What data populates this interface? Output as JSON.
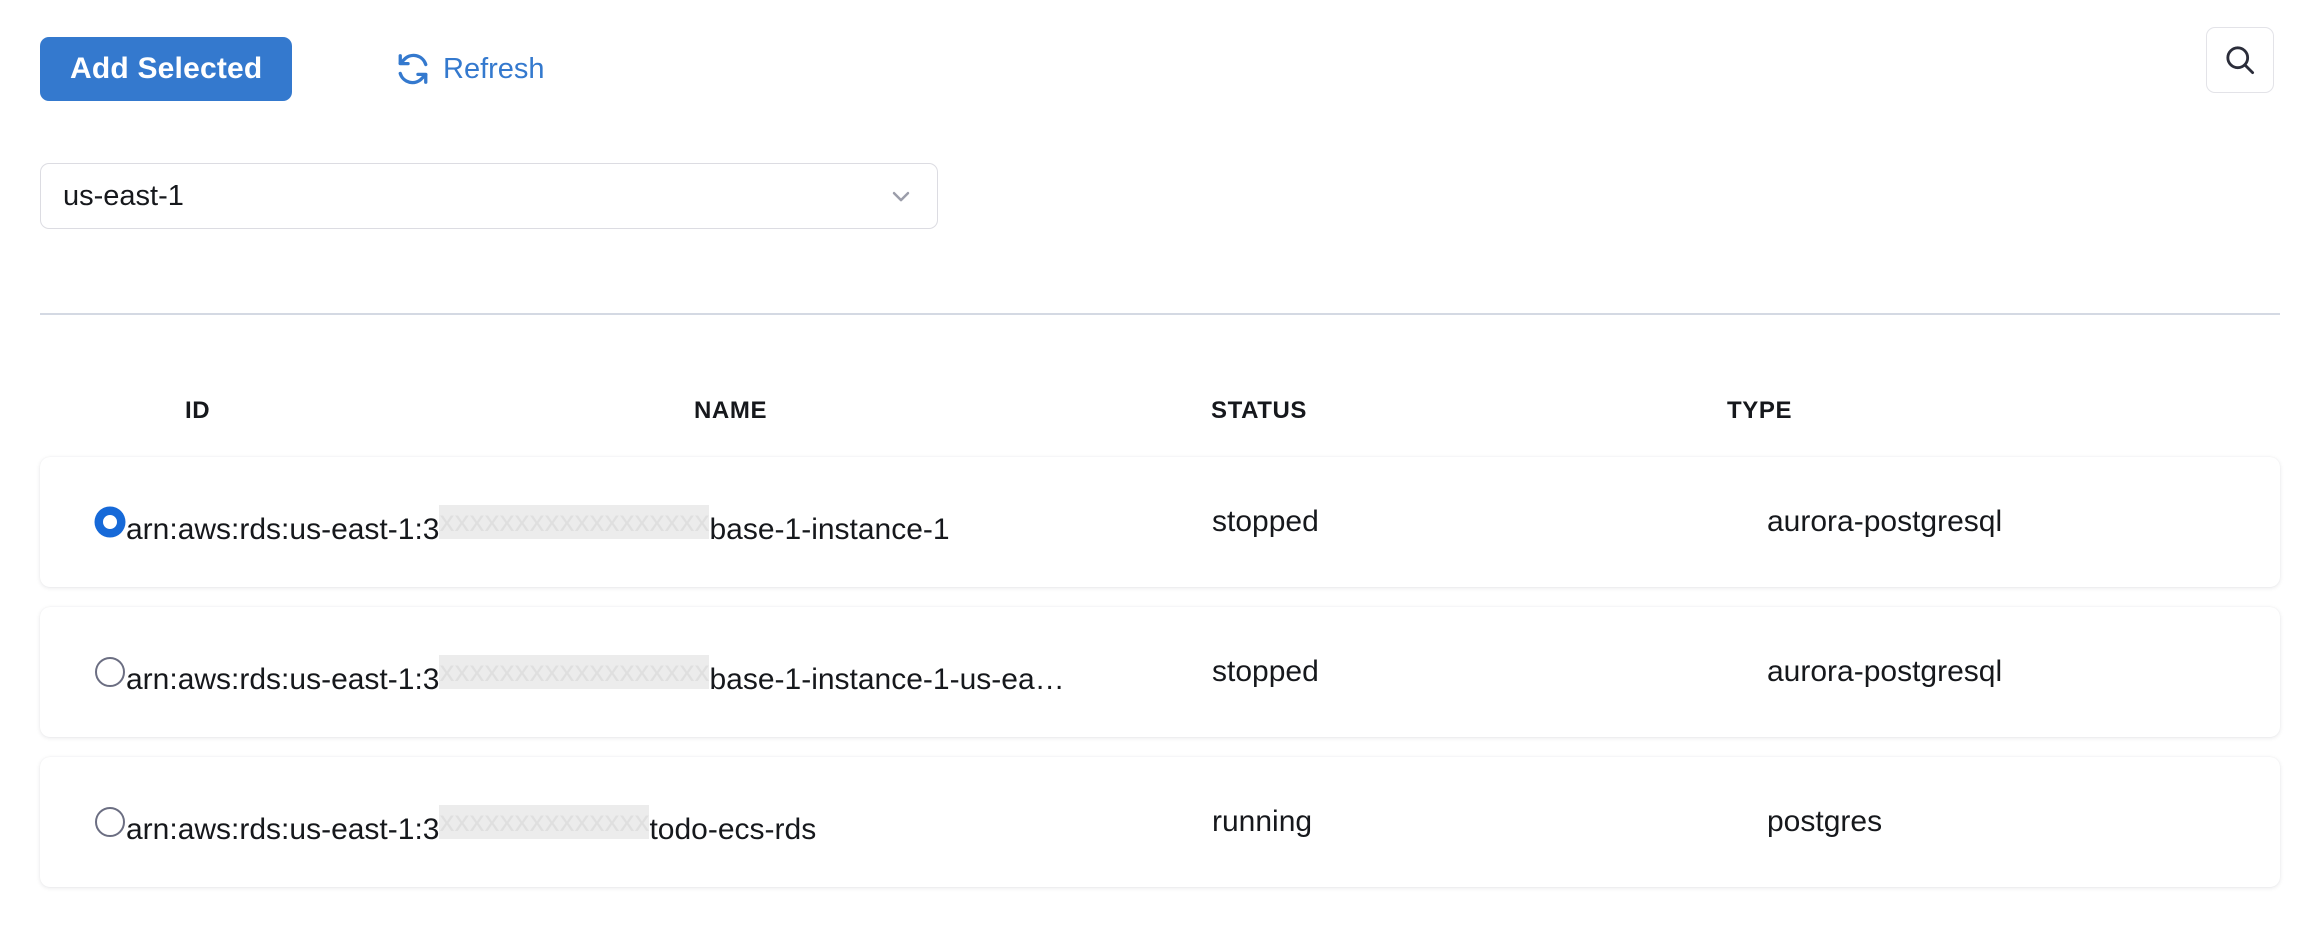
{
  "toolbar": {
    "add_selected_label": "Add Selected",
    "refresh_label": "Refresh",
    "refresh_icon": "refresh-icon",
    "search_icon": "search-icon",
    "accent_color": "#3479ce"
  },
  "region_filter": {
    "selected": "us-east-1",
    "chevron_icon": "chevron-down-icon"
  },
  "table": {
    "columns": [
      "ID",
      "NAME",
      "STATUS",
      "TYPE"
    ],
    "rows": [
      {
        "selected": true,
        "id_prefix": "arn:aws:rds:us-east-1:3",
        "id_redacted": "xxxxxxxxxxxxxxxxxx",
        "id_suffix": "base-1-instance-1",
        "name": "",
        "status": "stopped",
        "type": "aurora-postgresql"
      },
      {
        "selected": false,
        "id_prefix": "arn:aws:rds:us-east-1:3",
        "id_redacted": "xxxxxxxxxxxxxxxxxx",
        "id_suffix": "base-1-instance-1-us-ea…",
        "name": "",
        "status": "stopped",
        "type": "aurora-postgresql"
      },
      {
        "selected": false,
        "id_prefix": "arn:aws:rds:us-east-1:3",
        "id_redacted": "xxxxxxxxxxxxxx",
        "id_suffix": "todo-ecs-rds",
        "name": "",
        "status": "running",
        "type": "postgres"
      }
    ]
  }
}
